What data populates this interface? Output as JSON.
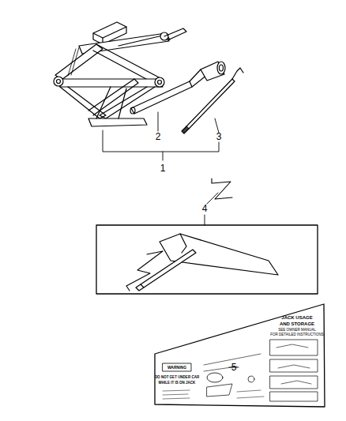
{
  "diagram": {
    "labels": [
      "2",
      "3",
      "1",
      "4",
      "5",
      "JACK USAGE",
      "AND STORAGE",
      "SEE OWNER MANUAL",
      "FOR DETAILED INSTRUCTIONS",
      "WARNING",
      "DO NOT GET UNDER CAR",
      "WHILE IT IS ON JACK"
    ]
  }
}
